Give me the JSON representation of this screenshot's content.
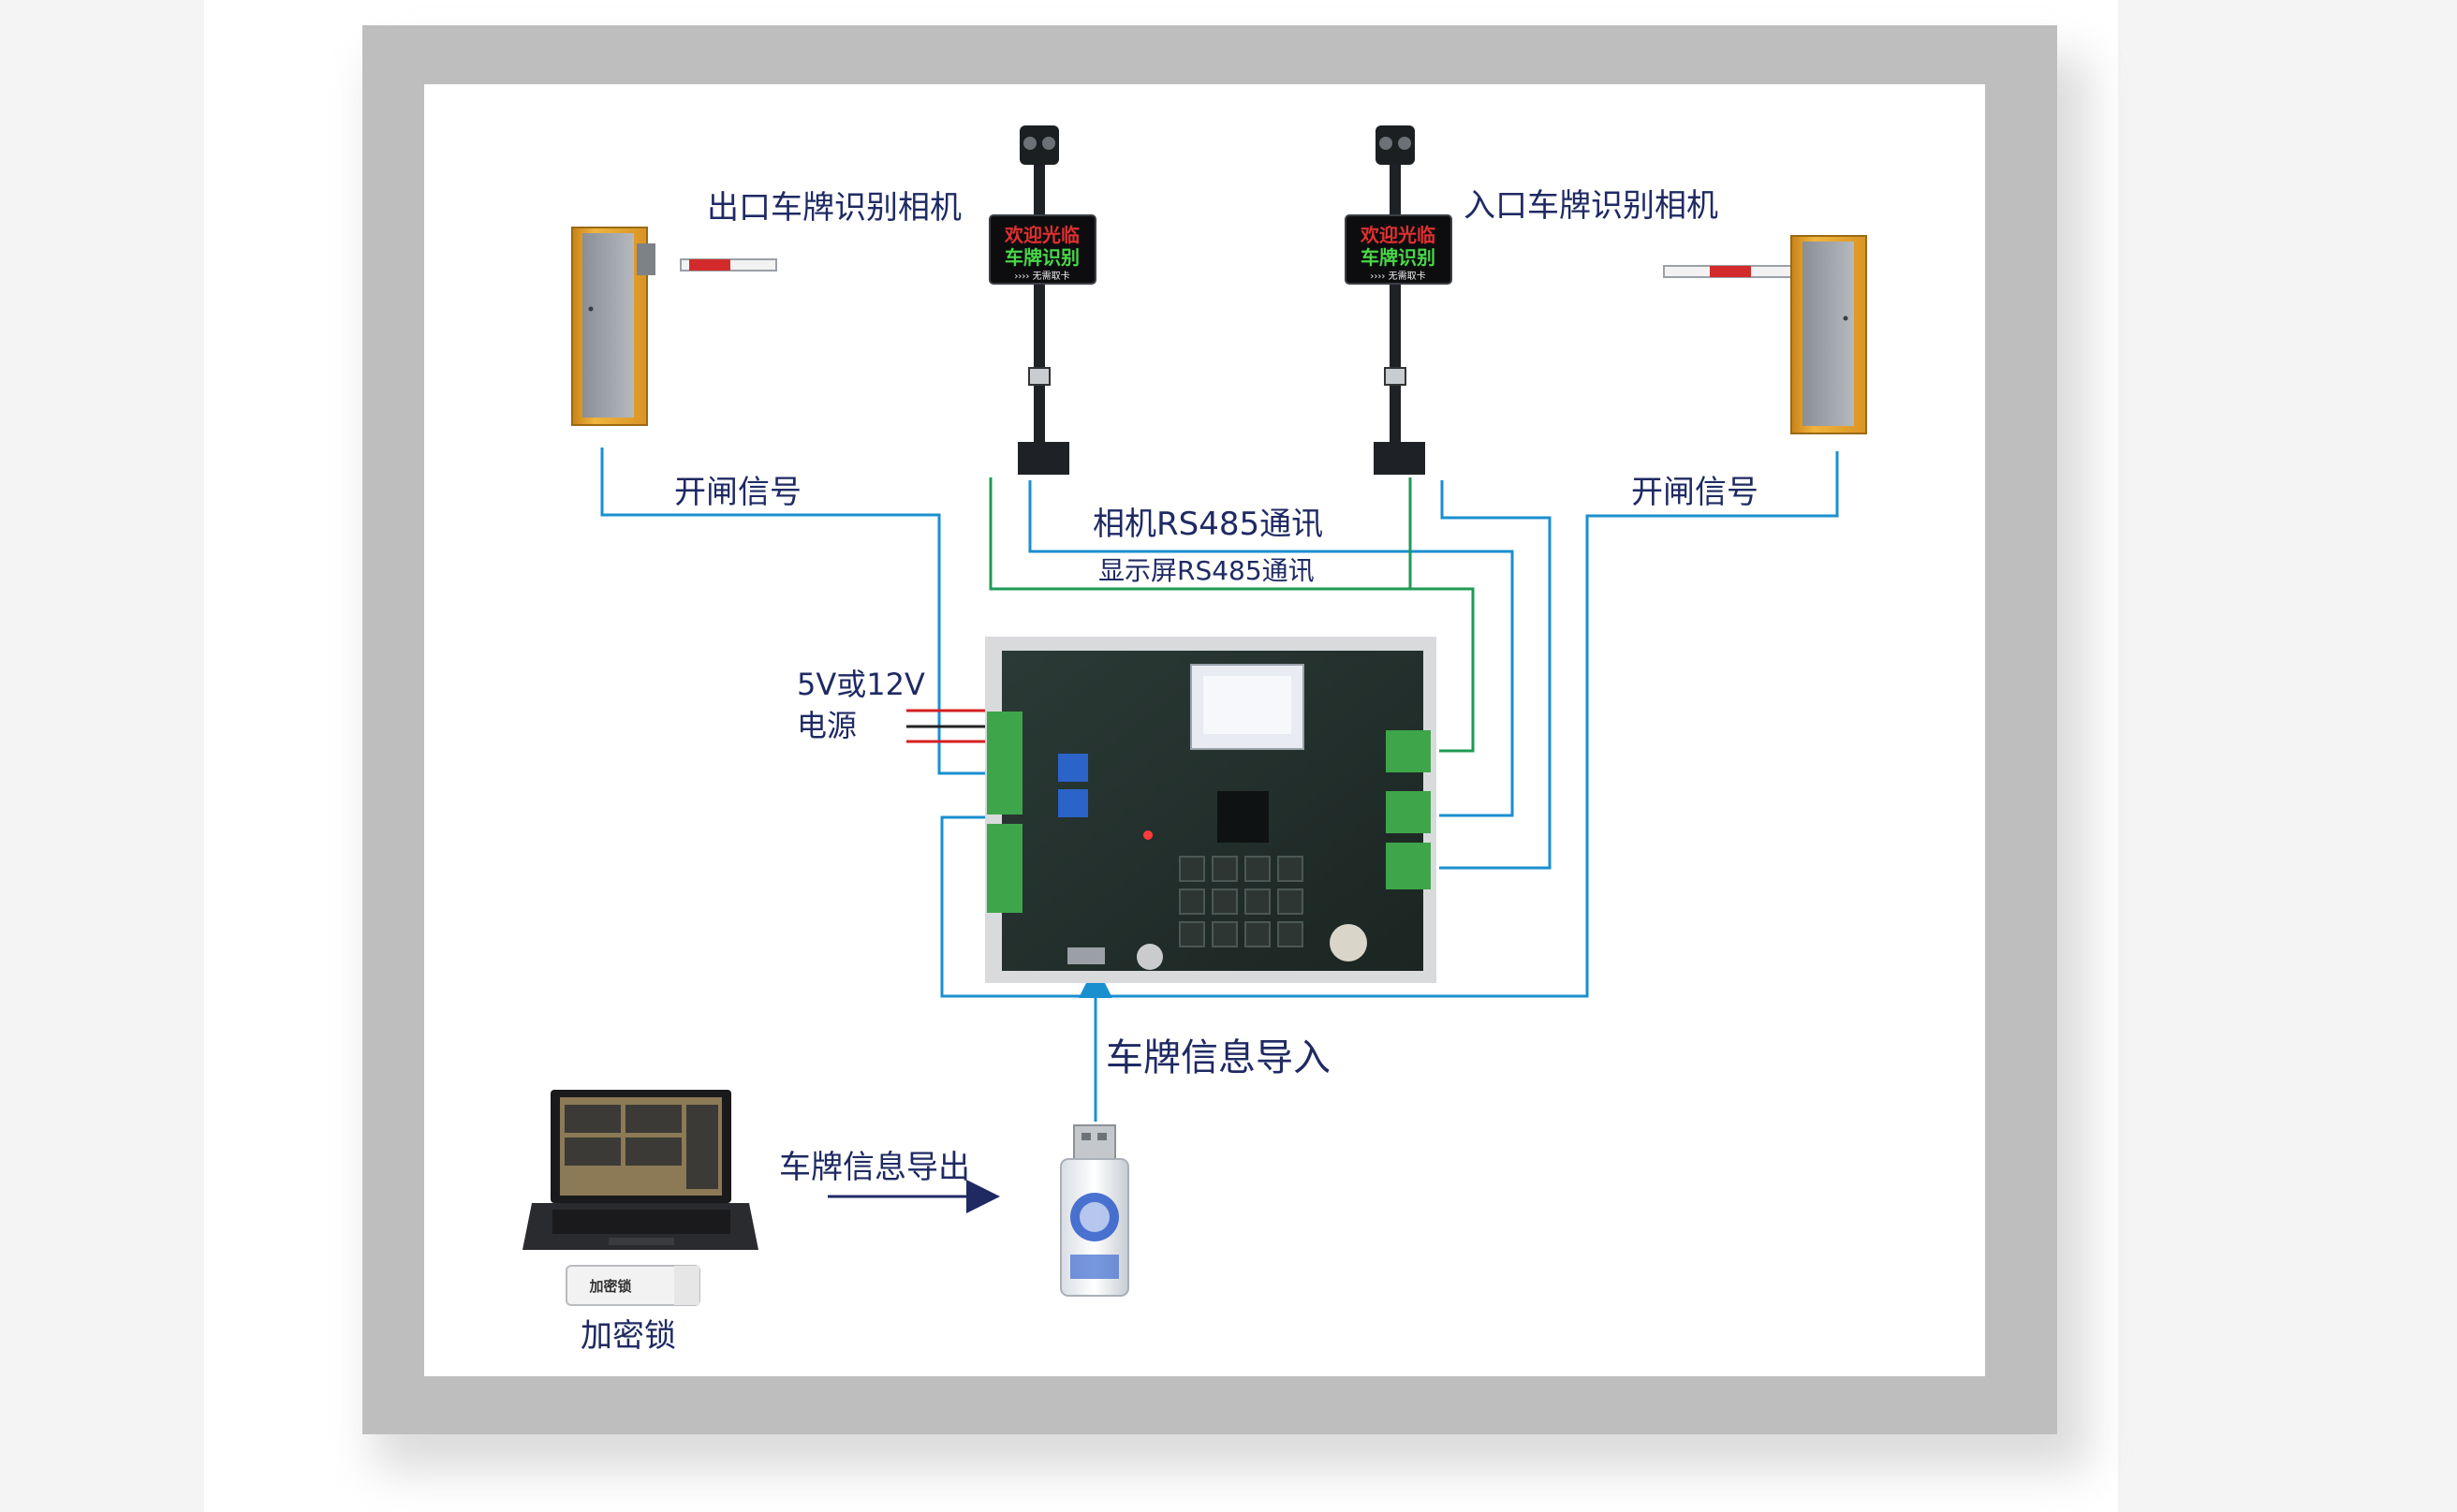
{
  "labels": {
    "exit_camera": "出口车牌识别相机",
    "entry_camera": "入口车牌识别相机",
    "gate_signal_left": "开闸信号",
    "gate_signal_right": "开闸信号",
    "camera_rs485": "相机RS485通讯",
    "display_rs485": "显示屏RS485通讯",
    "power_line1": "5V或12V",
    "power_line2": "电源",
    "plate_import": "车牌信息导入",
    "plate_export": "车牌信息导出",
    "dongle": "加密锁"
  },
  "camera_display": {
    "line1": "欢迎光临",
    "line2": "车牌识别",
    "line3": "›››› 无需取卡"
  },
  "dongle_tag": "加密锁",
  "colors": {
    "signal_line": "#1a8fd0",
    "display_line": "#1f9a55",
    "power_red": "#d42020",
    "power_black": "#222222",
    "label_text": "#1f2a63",
    "barrier_orange": "#e6a12c",
    "frame_gray": "#bebebe"
  },
  "icons": {
    "barrier_left": "barrier-gate-icon",
    "barrier_right": "barrier-gate-icon",
    "camera_left": "lpr-camera-pole-icon",
    "camera_right": "lpr-camera-pole-icon",
    "controller": "controller-board-icon",
    "laptop": "laptop-icon",
    "usb_drive": "usb-drive-icon",
    "dongle": "usb-dongle-icon"
  }
}
